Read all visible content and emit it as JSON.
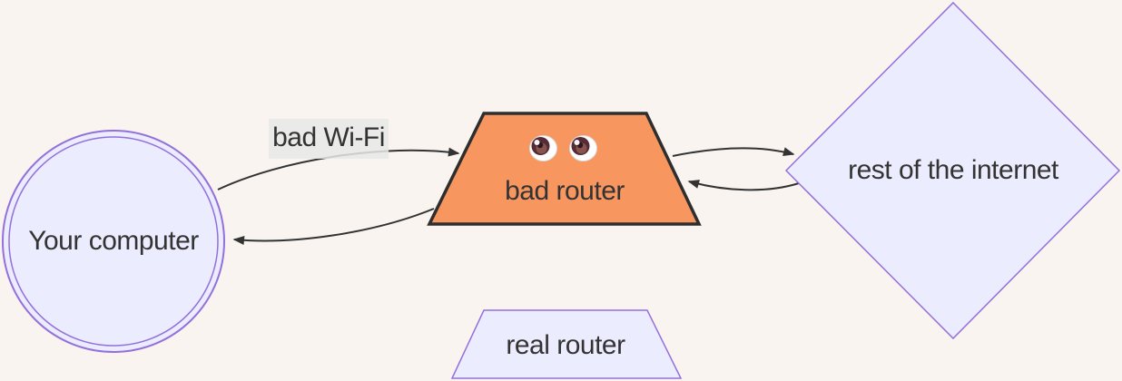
{
  "diagram": {
    "type": "flowchart",
    "nodes": [
      {
        "id": "your-computer",
        "label": "Your computer",
        "shape": "double-circle"
      },
      {
        "id": "bad-router",
        "label": "bad router",
        "shape": "trapezoid",
        "icon": "eyes-icon"
      },
      {
        "id": "rest-of-internet",
        "label": "rest of the internet",
        "shape": "diamond"
      },
      {
        "id": "real-router",
        "label": "real router",
        "shape": "trapezoid"
      }
    ],
    "edges": [
      {
        "from": "your-computer",
        "to": "bad-router",
        "label": "bad Wi-Fi"
      },
      {
        "from": "bad-router",
        "to": "your-computer",
        "label": ""
      },
      {
        "from": "bad-router",
        "to": "rest-of-internet",
        "label": ""
      },
      {
        "from": "rest-of-internet",
        "to": "bad-router",
        "label": ""
      }
    ]
  },
  "colors": {
    "background": "#F9F4EF",
    "node_fill": "#ECECFF",
    "node_border": "#9370DB",
    "bad_router_fill": "#F7965F",
    "bad_router_border": "#2E2E2E",
    "edge": "#333333",
    "text": "#333333",
    "edge_label_bg": "#E8E8E8",
    "eye_sclera": "#FFFFFF",
    "eye_iris_dark": "#542B36",
    "eye_iris_brown": "#8A544E"
  }
}
